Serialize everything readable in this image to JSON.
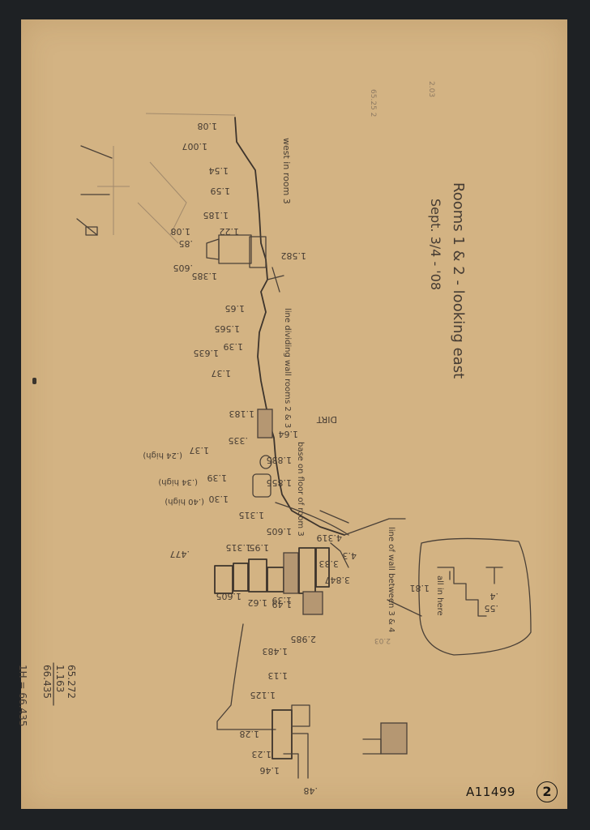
{
  "sheet": {
    "catalog_number": "A11499",
    "page_number": "2"
  },
  "notes": {
    "heading": "Rooms 1 & 2 - looking east",
    "date": "Sept. 3/4 - '08",
    "west_in_room": "west in room 3",
    "dividing_wall": "line dividing wall rooms 2 & 3",
    "dirt": "DIRT",
    "base_on_floor": "base on floor of room 3",
    "line_of_wall": "line of wall between 3 & 4",
    "all_in_here": "all in here",
    "calc_a": "65.272",
    "calc_b": "1.163",
    "calc_c": "66.435",
    "calc_result": "1H = 66.435",
    "scribble_a": "65.25 2",
    "scribble_b": "2.03",
    "bottom_stroke": "2.03"
  },
  "elevations": [
    "1.08",
    "1.007",
    "1.54",
    "1.59",
    "1.185",
    "1.22",
    "1.08",
    ".85",
    ".605",
    "1.385",
    "1.65",
    "1.565",
    "1.39",
    "1.635",
    "1.37",
    "1.183",
    ".335",
    "1.37",
    "1.39",
    "1.30",
    "1.315",
    "1.605",
    "1.582",
    "1.64",
    "1.835",
    "1.855",
    "1.95",
    ".477",
    "1.315",
    "1.49",
    "1.605",
    "1.62",
    "1.39",
    "3.847",
    "3.33",
    "4.3",
    "4.319",
    "2.985",
    "1.483",
    "1.13",
    "1.125",
    "1.28",
    "1.23",
    "1.46",
    ".48",
    "1.81",
    ".4",
    ".55"
  ],
  "side_notes": {
    "level_a": "(.24 high)",
    "level_b": "(.34 high)",
    "level_c": "(.40 high)"
  }
}
